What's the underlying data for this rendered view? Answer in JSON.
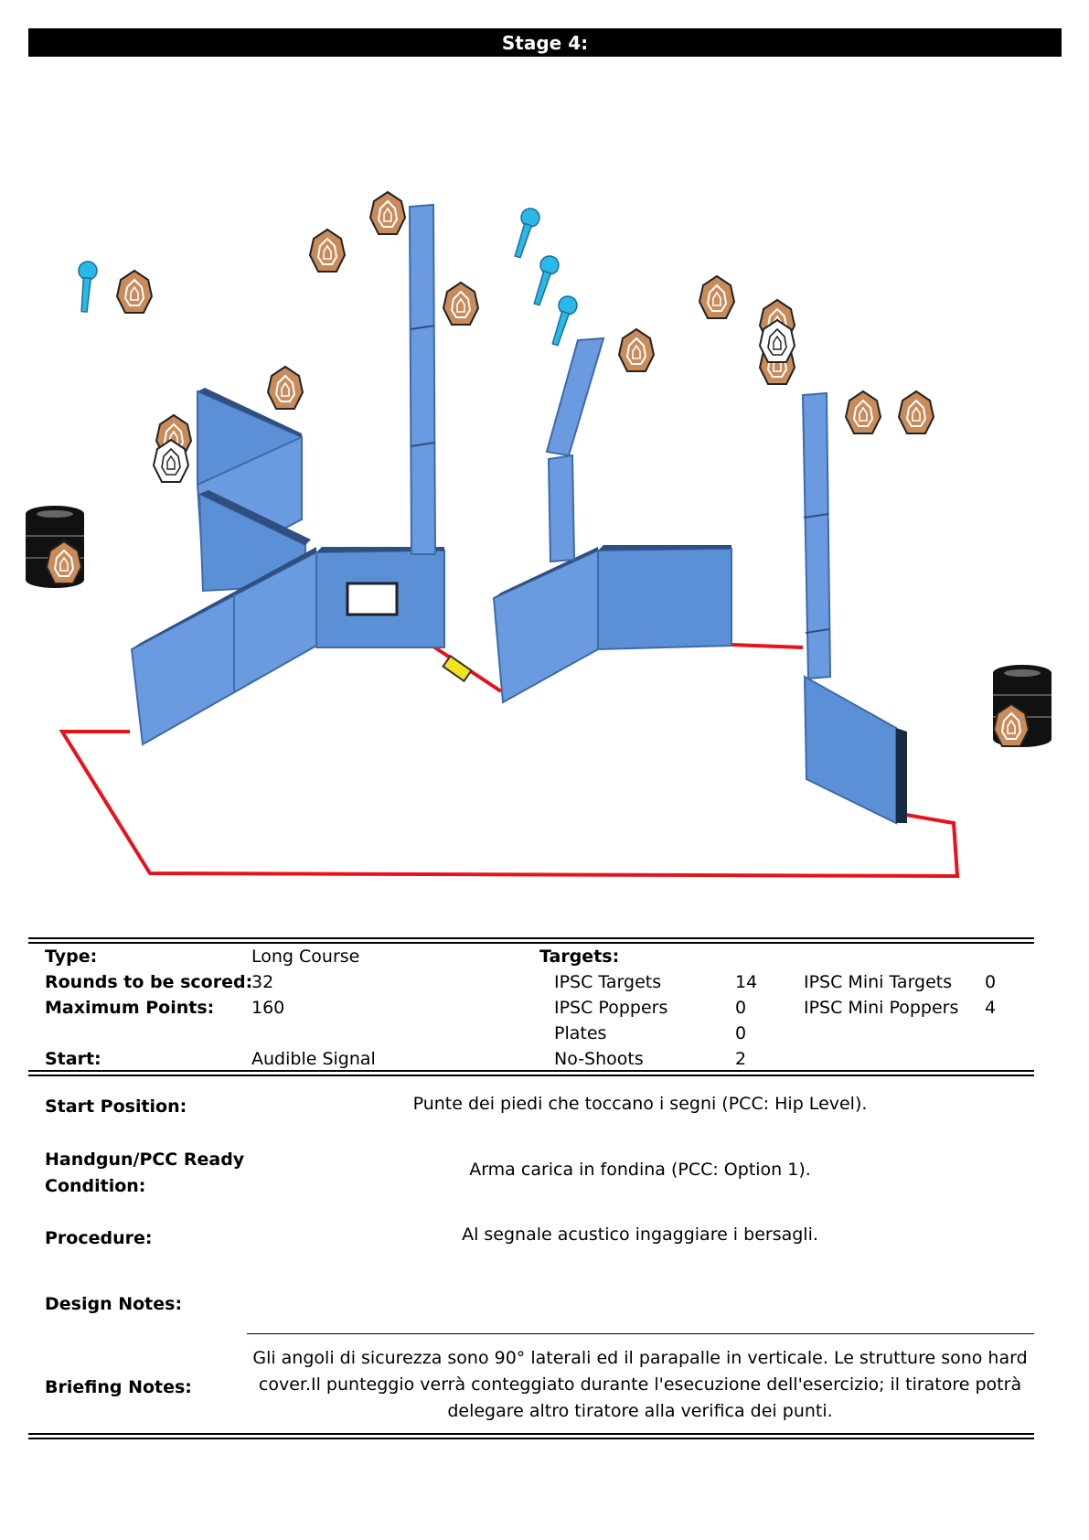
{
  "title": "Stage 4:",
  "info": {
    "type_label": "Type:",
    "type_value": "Long Course",
    "rounds_label": "Rounds to be scored:",
    "rounds_value": "32",
    "max_points_label": "Maximum Points:",
    "max_points_value": "160",
    "start_label": "Start:",
    "start_value": "Audible Signal",
    "targets_label": "Targets:",
    "targets": [
      {
        "label": "IPSC Targets",
        "value": "14"
      },
      {
        "label": "IPSC Poppers",
        "value": "0"
      },
      {
        "label": "Plates",
        "value": "0"
      },
      {
        "label": "No-Shoots",
        "value": "2"
      }
    ],
    "mini_targets": [
      {
        "label": "IPSC Mini Targets",
        "value": "0"
      },
      {
        "label": "IPSC Mini Poppers",
        "value": "4"
      }
    ]
  },
  "details": {
    "start_position_label": "Start Position:",
    "start_position_value": "Punte dei piedi che toccano  i segni (PCC: Hip Level).",
    "ready_label_line1": "Handgun/PCC Ready",
    "ready_label_line2": "Condition:",
    "ready_value": "Arma carica in fondina (PCC: Option 1).",
    "procedure_label": "Procedure:",
    "procedure_value": "Al segnale acustico ingaggiare i bersagli.",
    "design_notes_label": "Design Notes:",
    "briefing_label": "Briefing Notes:",
    "briefing_line1": "Gli angoli di sicurezza sono 90° laterali ed il parapalle in verticale. Le strutture sono hard",
    "briefing_line2": "cover.Il punteggio verrà conteggiato durante l'esecuzione dell'esercizio; il tiratore potrà",
    "briefing_line3": "delegare altro tiratore alla verifica  dei punti."
  },
  "colors": {
    "wall": "#5b8fd6",
    "wall_dark": "#3d6aa8",
    "target": "#c98b5a",
    "popper": "#29b8e8",
    "fault_line": "#e8121b"
  }
}
